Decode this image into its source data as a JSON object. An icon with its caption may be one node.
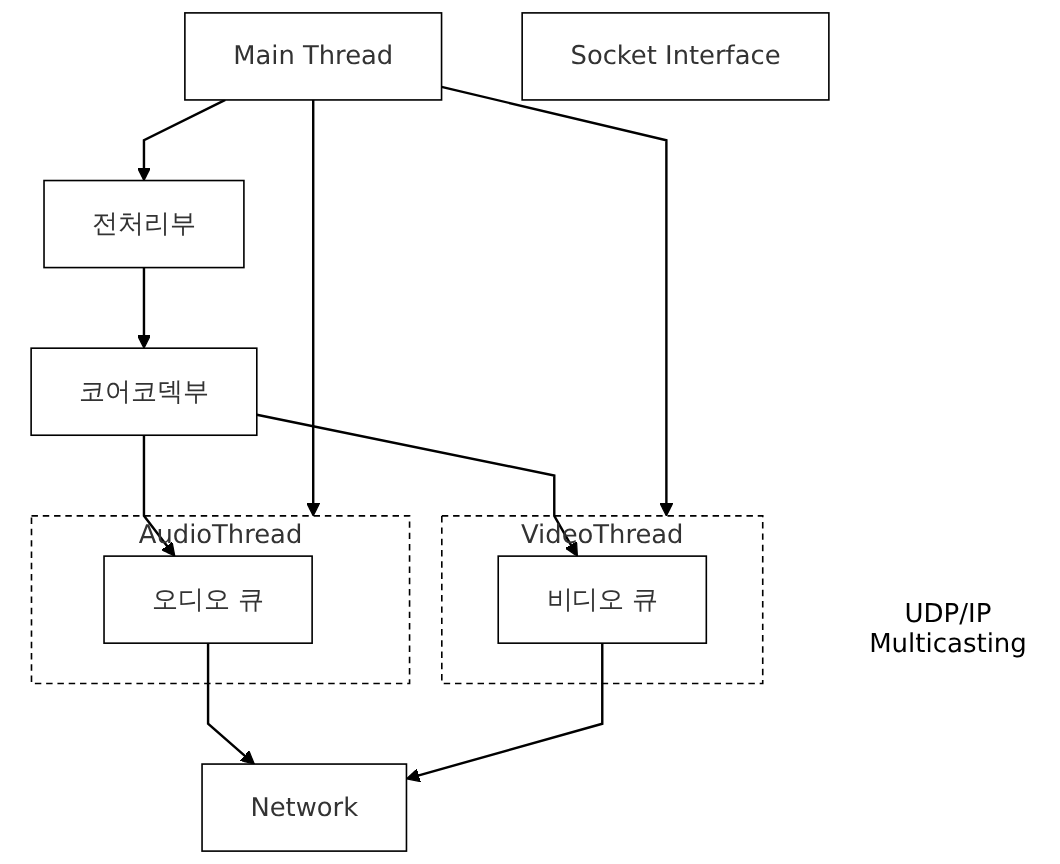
{
  "diagram": {
    "nodes": [
      {
        "text": [
          "Main Thread"
        ]
      },
      {
        "text": [
          "전처리부"
        ]
      },
      {
        "text": [
          "코어코덱부"
        ]
      },
      {
        "text": [
          "AudioThread"
        ]
      },
      {
        "text": [
          "오디오 큐"
        ],
        "in": 3
      },
      {
        "text": [
          "VideoThread"
        ]
      },
      {
        "text": [
          "비디오 큐"
        ],
        "in": 5
      },
      {
        "text": [
          "Socket Interface"
        ]
      },
      {
        "text": [
          "Network"
        ]
      }
    ],
    "edges": [
      {
        "from": 0,
        "to": 1,
        "arrow": "to"
      },
      {
        "from": 1,
        "to": 2,
        "arrow": "to"
      },
      {
        "from": 0,
        "to": 3,
        "arrow": "to"
      },
      {
        "from": 0,
        "to": 5,
        "arrow": "to"
      },
      {
        "from": 2,
        "to": 4,
        "arrow": "to"
      },
      {
        "from": 2,
        "to": 6,
        "arrow": "to"
      },
      {
        "from": 4,
        "to": 8,
        "arrow": "to"
      },
      {
        "from": 6,
        "to": 8,
        "arrow": "to"
      }
    ],
    "labels": [
      "UDP/IP Multicasting"
    ]
  }
}
